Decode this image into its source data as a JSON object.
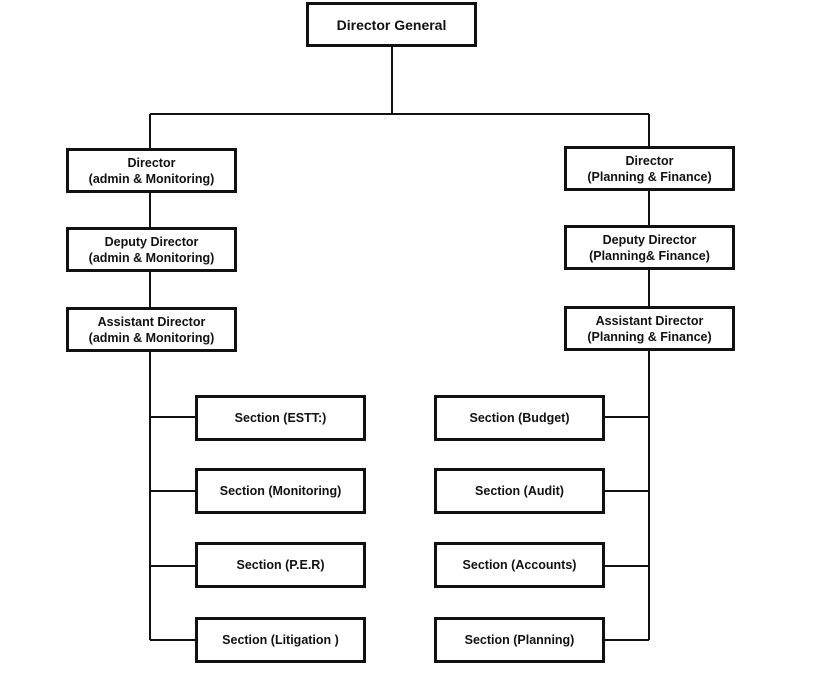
{
  "director_general": {
    "label": "Director General"
  },
  "left_branch": {
    "director": {
      "line1": "Director",
      "line2": "(admin & Monitoring)"
    },
    "deputy_director": {
      "line1": "Deputy Director",
      "line2": "(admin & Monitoring)"
    },
    "assistant_director": {
      "line1": "Assistant Director",
      "line2": "(admin & Monitoring)"
    },
    "sections": [
      {
        "label": "Section (ESTT:)"
      },
      {
        "label": "Section (Monitoring)"
      },
      {
        "label": "Section (P.E.R)"
      },
      {
        "label": "Section (Litigation )"
      }
    ]
  },
  "right_branch": {
    "director": {
      "line1": "Director",
      "line2": "(Planning & Finance)"
    },
    "deputy_director": {
      "line1": "Deputy Director",
      "line2": "(Planning& Finance)"
    },
    "assistant_director": {
      "line1": "Assistant Director",
      "line2": "(Planning & Finance)"
    },
    "sections": [
      {
        "label": "Section (Budget)"
      },
      {
        "label": "Section (Audit)"
      },
      {
        "label": "Section (Accounts)"
      },
      {
        "label": "Section (Planning)"
      }
    ]
  }
}
